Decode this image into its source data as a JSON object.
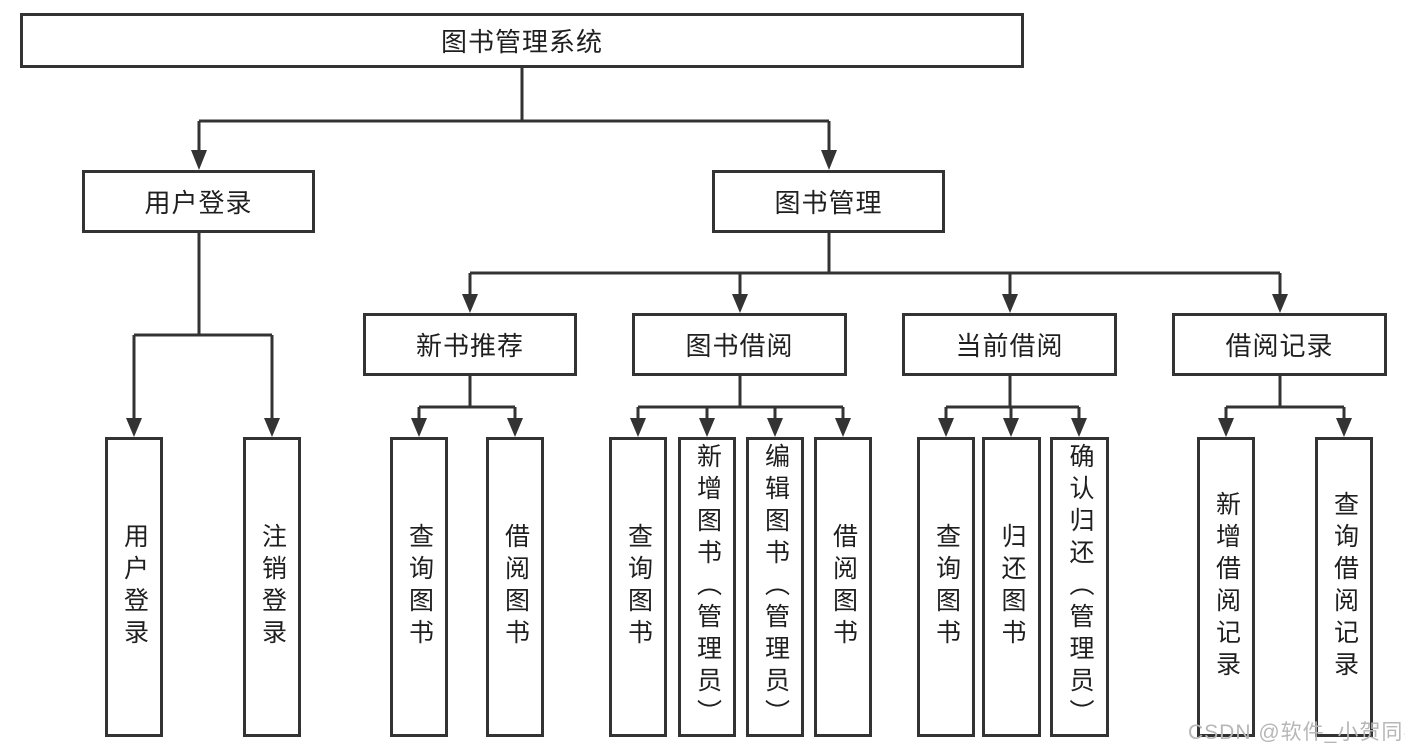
{
  "tree": {
    "label": "图书管理系统",
    "children": [
      {
        "label": "用户登录",
        "children": [
          {
            "label": "用户登录"
          },
          {
            "label": "注销登录"
          }
        ]
      },
      {
        "label": "图书管理",
        "children": [
          {
            "label": "新书推荐",
            "children": [
              {
                "label": "查询图书"
              },
              {
                "label": "借阅图书"
              }
            ]
          },
          {
            "label": "图书借阅",
            "children": [
              {
                "label": "查询图书"
              },
              {
                "label": "新增图书（管理员）"
              },
              {
                "label": "编辑图书（管理员）"
              },
              {
                "label": "借阅图书"
              }
            ]
          },
          {
            "label": "当前借阅",
            "children": [
              {
                "label": "查询图书"
              },
              {
                "label": "归还图书"
              },
              {
                "label": "确认归还（管理员）"
              }
            ]
          },
          {
            "label": "借阅记录",
            "children": [
              {
                "label": "新增借阅记录"
              },
              {
                "label": "查询借阅记录"
              }
            ]
          }
        ]
      }
    ]
  },
  "watermark": {
    "text": "CSDN @软件_小贺同学"
  },
  "colors": {
    "line": "#333333",
    "text": "#1f1f1f",
    "watermark": "#b7b7b7",
    "background": "#ffffff"
  }
}
